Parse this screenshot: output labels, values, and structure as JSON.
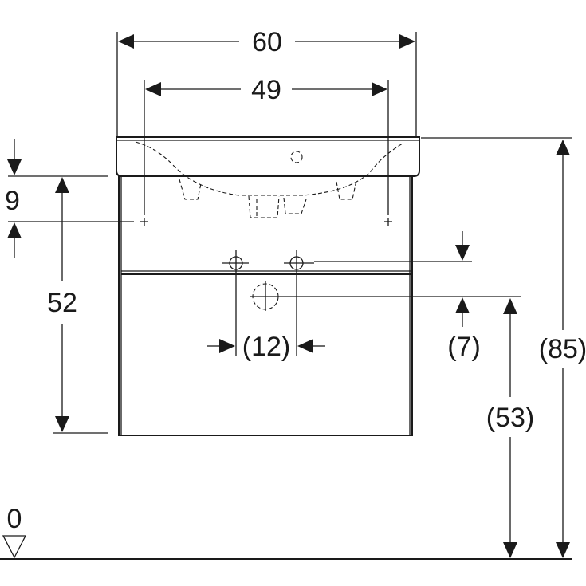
{
  "dimensions": {
    "overall_width": "60",
    "basin_inner_width": "49",
    "top_offset": "9",
    "cabinet_height": "52",
    "pipe_spacing": "(12)",
    "pipe_offset": "(7)",
    "drain_height": "(53)",
    "total_height": "(85)",
    "floor_level": "0"
  },
  "colors": {
    "line": "#1a1a1a",
    "background": "#ffffff"
  }
}
